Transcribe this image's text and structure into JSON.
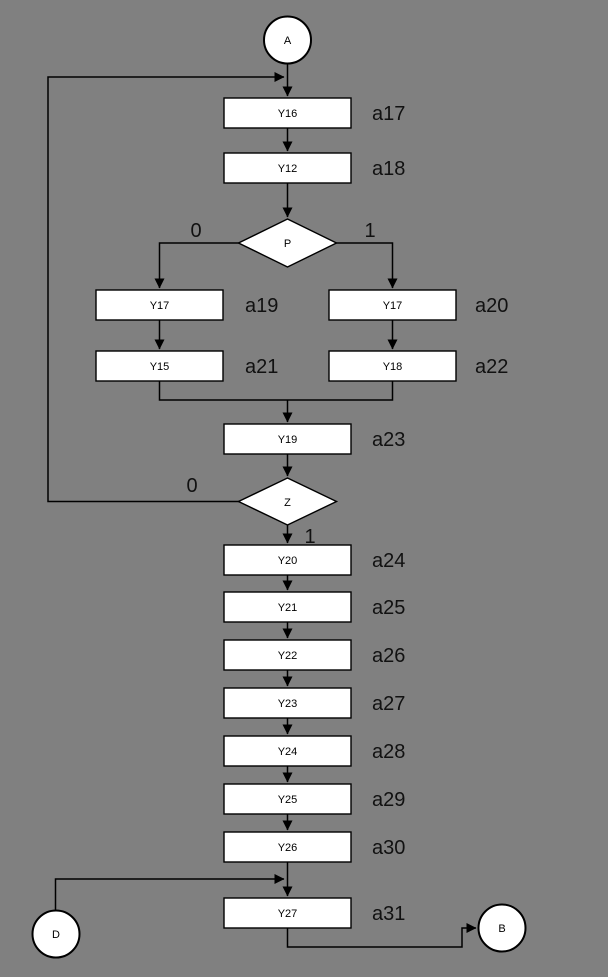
{
  "palette": {
    "background": "#808080",
    "node_fill": "#ffffff",
    "line": "#000000"
  },
  "flowchart": {
    "terminals": [
      {
        "label": "A"
      },
      {
        "label": "D"
      },
      {
        "label": "B"
      }
    ],
    "boxes": [
      {
        "label": "Y16",
        "note": "a17"
      },
      {
        "label": "Y12",
        "note": "a18"
      },
      {
        "label": "Y17",
        "note": "a19"
      },
      {
        "label": "Y17",
        "note": "a20"
      },
      {
        "label": "Y15",
        "note": "a21"
      },
      {
        "label": "Y18",
        "note": "a22"
      },
      {
        "label": "Y19",
        "note": "a23"
      },
      {
        "label": "Y20",
        "note": "a24"
      },
      {
        "label": "Y21",
        "note": "a25"
      },
      {
        "label": "Y22",
        "note": "a26"
      },
      {
        "label": "Y23",
        "note": "a27"
      },
      {
        "label": "Y24",
        "note": "a28"
      },
      {
        "label": "Y25",
        "note": "a29"
      },
      {
        "label": "Y26",
        "note": "a30"
      },
      {
        "label": "Y27",
        "note": "a31"
      }
    ],
    "decisions": [
      {
        "label": "P",
        "branch0": "0",
        "branch1": "1"
      },
      {
        "label": "Z",
        "branch0": "0",
        "branch1": "1"
      }
    ]
  }
}
